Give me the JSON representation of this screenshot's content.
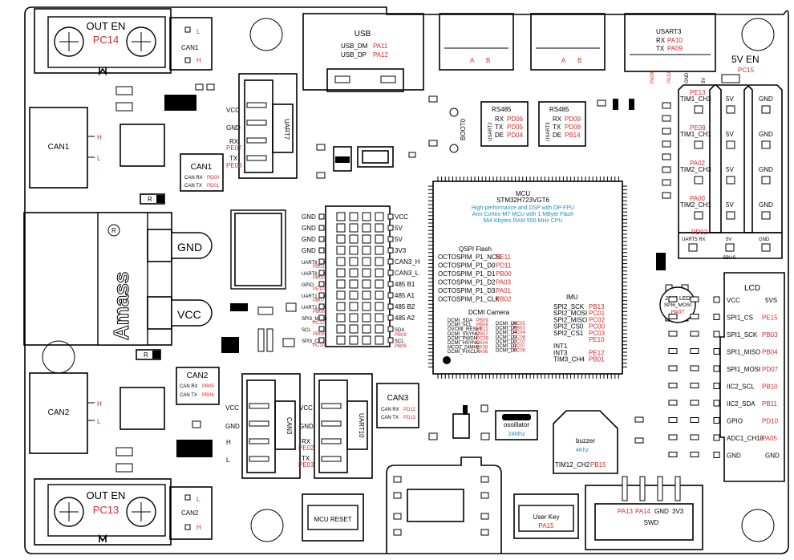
{
  "board": {
    "brand": "Amass",
    "gnd": "GND",
    "vcc": "VCC",
    "fiveV_en": "5V EN",
    "fiveV_en_pin": "PC15",
    "boot": "BOOT0",
    "registered": "R"
  },
  "out_top": {
    "title": "OUT EN",
    "pin": "PC14",
    "can_label": "CAN1",
    "l": "L",
    "h": "H"
  },
  "out_bot": {
    "title": "OUT EN",
    "pin": "PC13",
    "can_label": "CAN2",
    "l": "L",
    "h": "H"
  },
  "can1_conn": {
    "label": "CAN1",
    "h": "H",
    "l": "L"
  },
  "can2_conn": {
    "label": "CAN2",
    "h": "H",
    "l": "L"
  },
  "can1_box": {
    "title": "CAN1",
    "rx": "CAN RX",
    "rx_pin": "PD00",
    "tx": "CAN TX",
    "tx_pin": "PD01"
  },
  "can2_box": {
    "title": "CAN2",
    "rx": "CAN RX",
    "rx_pin": "PB05",
    "tx": "CAN TX",
    "tx_pin": "PB06"
  },
  "can3_box": {
    "title": "CAN3",
    "rx": "CAN RX",
    "rx_pin": "PD12",
    "tx": "CAN TX",
    "tx_pin": "PD13"
  },
  "usb": {
    "title": "USB",
    "dm": "USB_DM",
    "dm_pin": "PA11",
    "dp": "USB_DP",
    "dp_pin": "PA12"
  },
  "rs485_top": {
    "a": "A",
    "b": "B"
  },
  "usart3": {
    "title": "USART3",
    "rx": "RX",
    "rx_pin": "PA10",
    "tx": "TX",
    "tx_pin": "PA09",
    "v1": "PA09",
    "v2": "PA10",
    "v3": "GND",
    "v4": "5V"
  },
  "uart7": {
    "title": "UART7",
    "vcc": "VCC",
    "gnd": "GND",
    "rx": "RX",
    "rx_pin": "PE07",
    "tx": "TX",
    "tx_pin": "PE08"
  },
  "rs485_a": {
    "title": "RS485",
    "side": "USART2",
    "rx": "RX",
    "rx_pin": "PD06",
    "tx": "TX",
    "tx_pin": "PD05",
    "de": "DE",
    "de_pin": "PD04"
  },
  "rs485_b": {
    "title": "RS485",
    "side": "USART3",
    "rx": "RX",
    "rx_pin": "PD09",
    "tx": "TX",
    "tx_pin": "PD08",
    "de": "DE",
    "de_pin": "PB14"
  },
  "tim": {
    "tim1_ch3": {
      "pin": "PE13",
      "name": "TIM1_CH3"
    },
    "tim1_ch1": {
      "pin": "PE09",
      "name": "TIM1_CH1"
    },
    "tim2_ch3": {
      "pin": "PA02",
      "name": "TIM2_CH3"
    },
    "tim2_ch1": {
      "pin": "PA00",
      "name": "TIM2_CH1"
    },
    "uart5": {
      "pin": "PD02",
      "name": "UART5 RX"
    },
    "v5": "5V",
    "gnd": "GND",
    "sbus": "SBUS"
  },
  "header_left": [
    "GND",
    "GND",
    "GND",
    "GND",
    "UART8_TX",
    "UART8_RX",
    "GPIO",
    "UART1_RX",
    "UART1_TX",
    "SPI3_MOSI",
    "SCL",
    "SPI3_CLK"
  ],
  "header_left_pins": [
    "",
    "",
    "",
    "",
    "PE01",
    "PE00",
    "PE10",
    "PB07",
    "PB06",
    "PC12",
    "PB08",
    "PC10"
  ],
  "header_right": [
    "VCC",
    "5V",
    "5V",
    "3V3",
    "CAN3_H",
    "CAN3_L",
    "485 B1",
    "485 A1",
    "485 B2",
    "485 A2",
    "SDA",
    "SCL"
  ],
  "header_right_pins": [
    "",
    "",
    "",
    "",
    "",
    "",
    "",
    "",
    "",
    "",
    "PB09",
    "PB08"
  ],
  "mcu": {
    "title": "MCU",
    "part": "STM32H723VGT6",
    "d1": "High-performance and DSP with DP-FPU",
    "d2": "Arm Cortex-M7 MCU with 1 MByte Flash",
    "d3": "564 Kbytes RAM 550 MHz CPU"
  },
  "qspi": {
    "title": "QSPI Flash",
    "rows": [
      {
        "n": "OCTOSPIM_P1_NCS",
        "p": "PE11"
      },
      {
        "n": "OCTOSPIM_P1_D0",
        "p": "PD11"
      },
      {
        "n": "OCTOSPIM_P1_D1",
        "p": "PB00"
      },
      {
        "n": "OCTOSPIM_P1_D2",
        "p": "PA03"
      },
      {
        "n": "OCTOSPIM_P1_D3",
        "p": "PA01"
      },
      {
        "n": "OCTOSPIM_P1_CLK",
        "p": "PB02"
      }
    ]
  },
  "dcmi": {
    "title": "DCMI Camera",
    "left": [
      {
        "n": "DCMI_SDA",
        "p": "PB09"
      },
      {
        "n": "DCMI_SCL",
        "p": "PB08"
      },
      {
        "n": "OVCMI_RESET",
        "p": "PB12"
      },
      {
        "n": "DCMI_VSYNC",
        "p": "PB07"
      },
      {
        "n": "DCMI_PWDN",
        "p": "PC09"
      },
      {
        "n": "DCMI_HSYNC",
        "p": "PA04"
      },
      {
        "n": "MCO1_24MHz",
        "p": "PA08"
      },
      {
        "n": "DCMI_PIXCLK",
        "p": "PA06"
      }
    ],
    "right": [
      {
        "n": "DCMI_D6",
        "p": "PE05"
      },
      {
        "n": "DCMI_D5",
        "p": "PB03"
      },
      {
        "n": "DCMI_D4",
        "p": "PE04"
      },
      {
        "n": "DCMI_D3",
        "p": "PC08"
      },
      {
        "n": "DCMI_D2",
        "p": "PC07"
      },
      {
        "n": "DCMI_D1",
        "p": "PC07"
      },
      {
        "n": "DCMI_D0",
        "p": "PC06"
      }
    ]
  },
  "imu": {
    "title": "IMU",
    "rows": [
      {
        "n": "SPI2_SCK",
        "p": "PB13"
      },
      {
        "n": "SPI2_MOSI",
        "p": "PC01"
      },
      {
        "n": "SPI2_MISO",
        "p": "PC02"
      },
      {
        "n": "SPI2_CS0",
        "p": "PC00"
      },
      {
        "n": "SPI2_CS1",
        "p": "PC03"
      },
      {
        "n": "",
        "p": "PE10"
      },
      {
        "n": "INT1",
        "p": ""
      },
      {
        "n": "INT3",
        "p": "PE12"
      },
      {
        "n": "TIM3_CH4",
        "p": "PB01"
      }
    ]
  },
  "led": {
    "l1": "2812 LED",
    "l2": "SPI6_MOSI",
    "pin": "PA07"
  },
  "lcd": {
    "title": "LCD",
    "rows": [
      {
        "n": "VCC",
        "p": "",
        "r": "5VS"
      },
      {
        "n": "SPI1_CS",
        "p": "PE15",
        "r": ""
      },
      {
        "n": "SPI1_SCK",
        "p": "PB03",
        "r": ""
      },
      {
        "n": "SPI1_MISO",
        "p": "PB04",
        "r": ""
      },
      {
        "n": "SPI1_MOSI",
        "p": "PD07",
        "r": ""
      },
      {
        "n": "IIC2_SCL",
        "p": "PB10",
        "r": ""
      },
      {
        "n": "IIC2_SDA",
        "p": "PB11",
        "r": ""
      },
      {
        "n": "GPIO",
        "p": "PD10",
        "r": ""
      },
      {
        "n": "ADC1_CH18",
        "p": "PA05",
        "r": ""
      },
      {
        "n": "GND",
        "p": "",
        "r": "GND"
      }
    ]
  },
  "can3_conn": {
    "title": "CAN3",
    "vcc": "VCC",
    "gnd": "GND",
    "h": "H",
    "l": "L"
  },
  "uart10": {
    "title": "UART10",
    "vcc": "VCC",
    "gnd": "GND",
    "rx": "RX",
    "rx_pin": "PE02",
    "tx": "TX",
    "tx_pin": "PE03"
  },
  "osc": {
    "title": "osoillator",
    "freq": "24Mhz"
  },
  "buzzer": {
    "title": "buzzer",
    "freq": "4Khz",
    "tim": "TIM12_CH2",
    "tim_pin": "PB15"
  },
  "mcu_reset": {
    "label": "MCU RESET"
  },
  "user_key": {
    "label": "User Key",
    "pin": "PA15"
  },
  "swd": {
    "title": "SWD",
    "p1": "PA13",
    "p2": "PA14",
    "p3": "GND",
    "p4": "3V3"
  }
}
